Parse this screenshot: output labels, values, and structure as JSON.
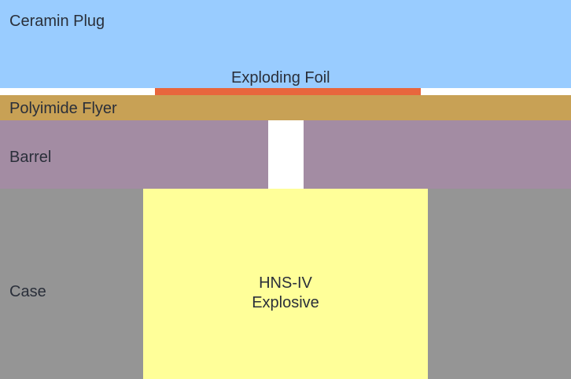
{
  "colors": {
    "ceramic_plug": "#99ccff",
    "exploding_foil": "#e8663d",
    "polyimide_flyer": "#c8a155",
    "barrel": "#a38ca3",
    "case": "#959595",
    "explosive": "#ffff99",
    "background": "#ffffff"
  },
  "labels": {
    "ceramic_plug": "Ceramin Plug",
    "exploding_foil": "Exploding Foil",
    "polyimide_flyer": "Polyimide Flyer",
    "barrel": "Barrel",
    "case": "Case",
    "explosive_line1": "HNS-IV",
    "explosive_line2": "Explosive"
  }
}
